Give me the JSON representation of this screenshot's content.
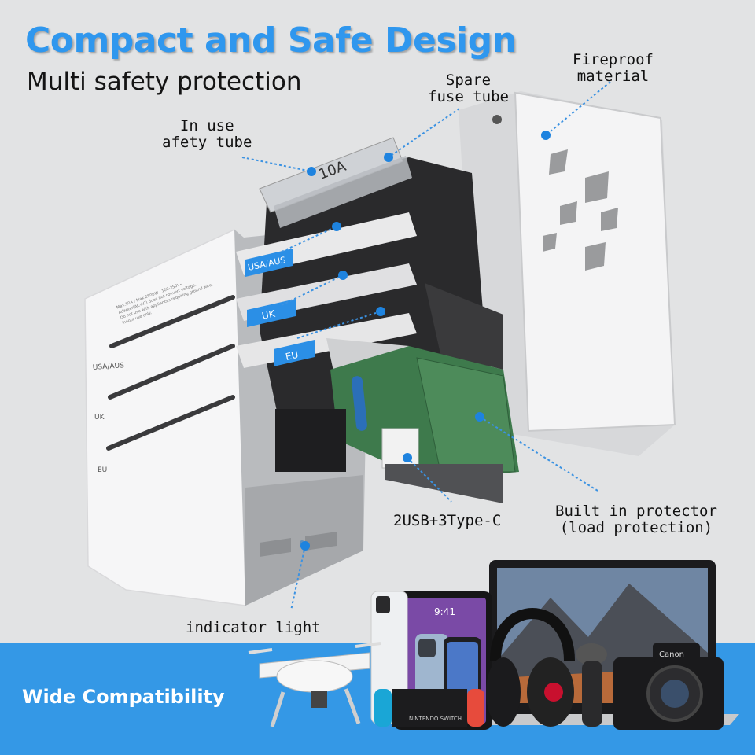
{
  "heading": {
    "title": "Compact and Safe Design",
    "subtitle": "Multi safety protection"
  },
  "callouts": {
    "spare_fuse": [
      "Spare",
      "fuse tube"
    ],
    "fireproof": [
      "Fireproof",
      "material"
    ],
    "in_use": [
      "In use",
      "afety tube"
    ],
    "ports": "2USB+3Type-C",
    "protector": [
      "Built in protector",
      "(load protection)"
    ],
    "indicator": "indicator light"
  },
  "plug_tags": {
    "usa_aus": "USA/AUS",
    "uk": "UK",
    "eu": "EU"
  },
  "adapter_body": {
    "usa_aus": "USA/AUS",
    "uk": "UK",
    "eu": "EU",
    "spec_lines": [
      "Max.10A / Max.2500W / 100-250V~",
      "Adapter(AC-AC) does not convert voltage.",
      "Do not use with appliances requiring ground wire.",
      "Indoor use only."
    ]
  },
  "fuse_label": "10A",
  "banner": {
    "label": "Wide Compatibility"
  },
  "devices": {
    "tablet_time": "9:41",
    "console_brand": "NINTENDO SWITCH",
    "camera_brand": "Canon"
  },
  "colors": {
    "accent_blue": "#2f97ee",
    "banner_blue": "#3498e6",
    "tag_blue": "#2b8fe6",
    "pcb_green": "#3e7a4c",
    "background": "#e2e3e4"
  }
}
